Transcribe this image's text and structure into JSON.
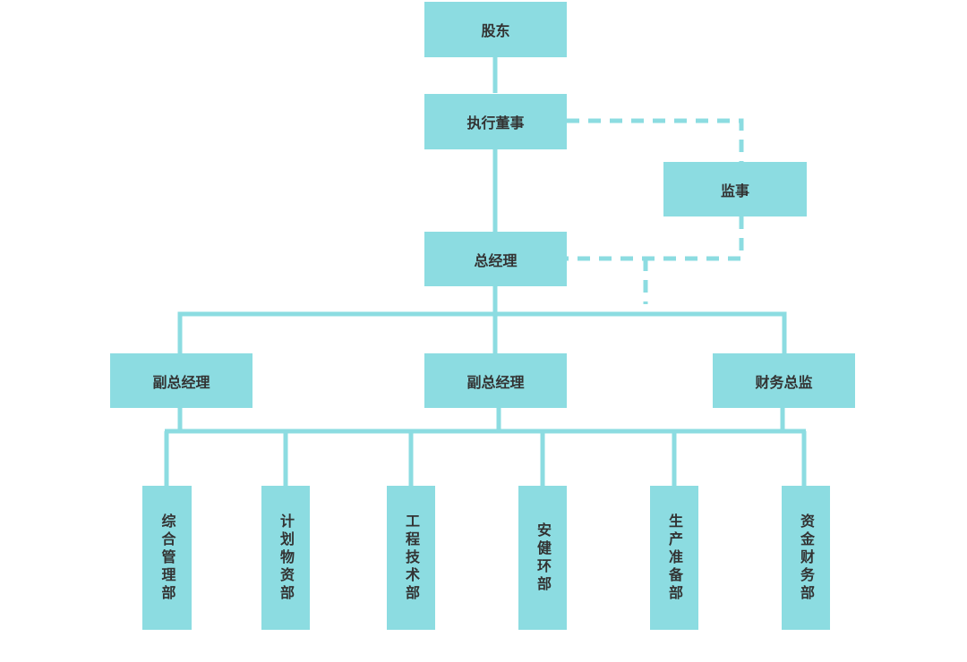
{
  "chart": {
    "nodes": {
      "shareholders": "股东",
      "executive_director": "执行董事",
      "supervisor": "监事",
      "general_manager": "总经理",
      "deputy_gm_left": "副总经理",
      "deputy_gm_center": "副总经理",
      "finance_director": "财务总监",
      "departments": [
        "综合管理部",
        "计划物资部",
        "工程技术部",
        "安健环部",
        "生产准备部",
        "资金财务部"
      ]
    },
    "colors": {
      "node_fill": "#8cdce1",
      "connector": "#8cdce1",
      "text": "#333333"
    }
  }
}
